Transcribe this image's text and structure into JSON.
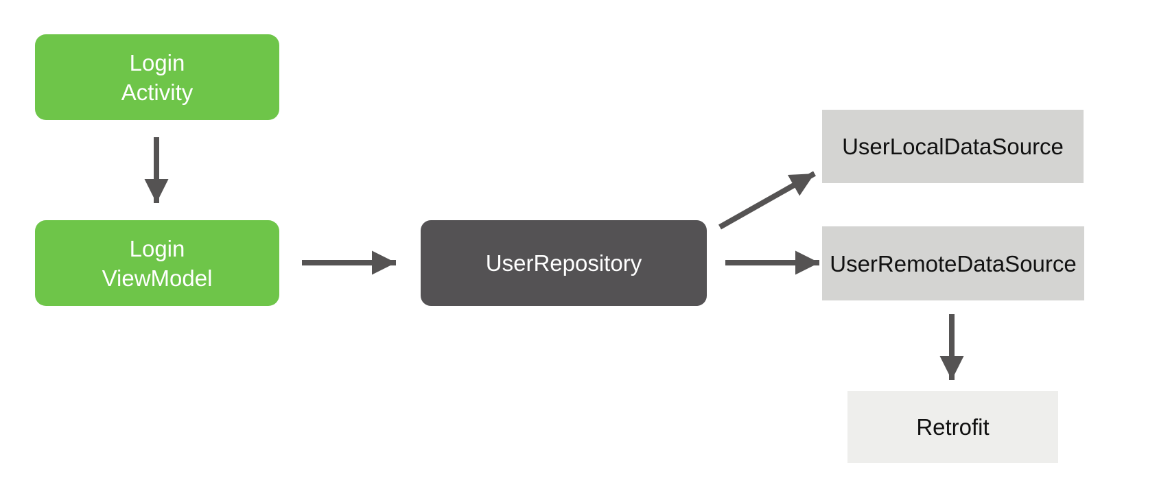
{
  "diagram": {
    "nodes": {
      "login_activity": {
        "line1": "Login",
        "line2": "Activity"
      },
      "login_viewmodel": {
        "line1": "Login",
        "line2": "ViewModel"
      },
      "user_repository": {
        "label": "UserRepository"
      },
      "user_local_datasource": {
        "label": "UserLocalDataSource"
      },
      "user_remote_datasource": {
        "label": "UserRemoteDataSource"
      },
      "retrofit": {
        "label": "Retrofit"
      }
    },
    "edges": [
      {
        "from": "login_activity",
        "to": "login_viewmodel"
      },
      {
        "from": "login_viewmodel",
        "to": "user_repository"
      },
      {
        "from": "user_repository",
        "to": "user_local_datasource"
      },
      {
        "from": "user_repository",
        "to": "user_remote_datasource"
      },
      {
        "from": "user_remote_datasource",
        "to": "retrofit"
      }
    ],
    "colors": {
      "background": "#FFFFFF",
      "node_green": "#6EC549",
      "node_dark": "#545254",
      "node_light_gray": "#D4D4D2",
      "node_lighter_gray": "#EEEEEC",
      "arrow": "#555353",
      "text_on_color": "#FFFFFF",
      "text_on_light": "#111111"
    }
  }
}
